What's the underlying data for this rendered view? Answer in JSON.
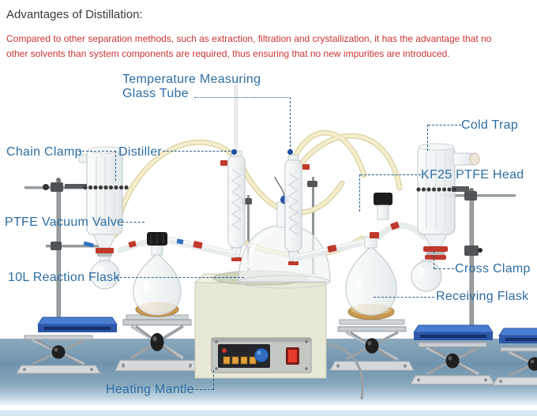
{
  "page": {
    "title": "Advantages of Distillation:"
  },
  "description": {
    "line1": "Compared to other separation methods, such as extraction, filtration and crystallization, it has the advantage that no",
    "line2": "other solvents than system components are required, thus ensuring that no new impurities are introduced."
  },
  "photo_labels": {
    "temperature_tube_line1": "Temperature Measuring",
    "temperature_tube_line2": "Glass Tube",
    "chain_clamp": "Chain Clamp",
    "distiller": "Distiller",
    "cold_trap": "Cold Trap",
    "kf25_ptfe_head": "KF25 PTFE Head",
    "ptfe_vacuum_valve": "PTFE Vacuum Valve",
    "cross_clamp": "Cross Clamp",
    "reaction_flask": "10L Reaction Flask",
    "receiving_flask": "Receiving Flask",
    "heating_mantle": "Heating Mantle"
  },
  "colors": {
    "title_text": "#3a3a3a",
    "description_text": "#cc3333",
    "label_text": "#2d6da3",
    "leader_line": "#2a5c8a",
    "bottom_bar": "#d6e6f2",
    "background_band": "#7093ac",
    "stand_base_blue": "#3b67b5",
    "heating_mantle_body": "#e7e8d6",
    "tubing_yellow": "#efe7c0",
    "cap_red": "#c0392b"
  }
}
